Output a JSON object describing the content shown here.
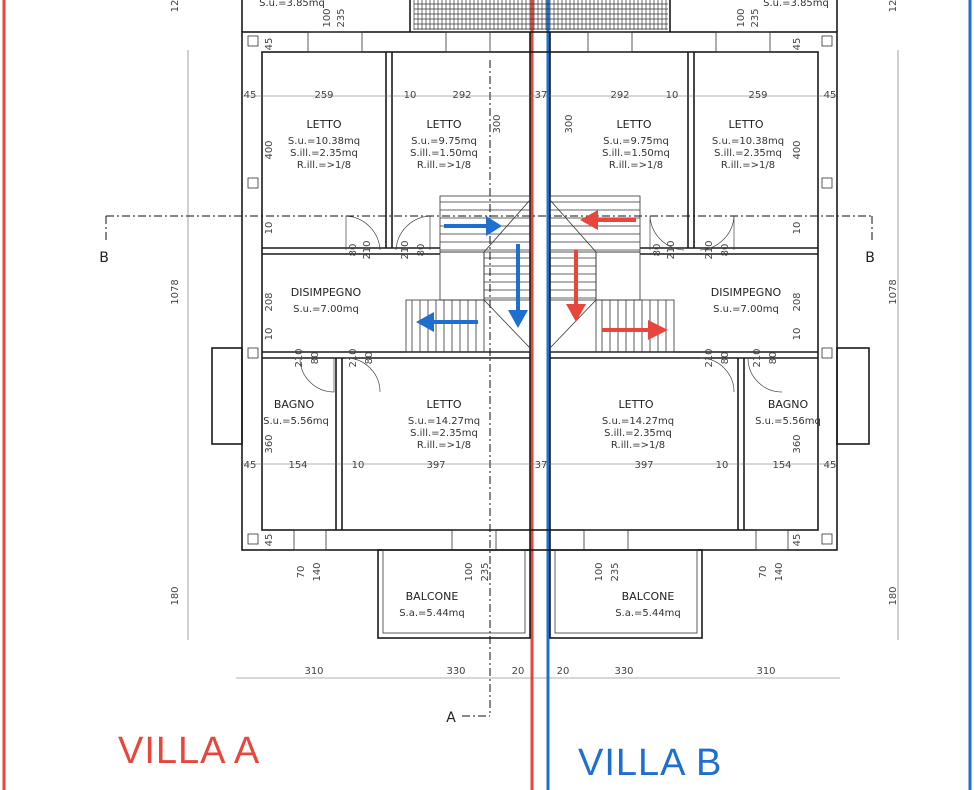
{
  "colors": {
    "villa_a": "#e8463c",
    "villa_b": "#1f6fd0",
    "arrow_a": "#e8463c",
    "arrow_b": "#1f6fd0"
  },
  "labels": {
    "villa_a": "VILLA  A",
    "villa_b": "VILLA B",
    "section_a": "A",
    "section_b": "B"
  },
  "rooms": {
    "letto_1": {
      "name": "LETTO",
      "su": "S.u.=10.38mq",
      "sill": "S.ill.=2.35mq",
      "rill": "R.ill.=>1/8"
    },
    "letto_2": {
      "name": "LETTO",
      "su": "S.u.=9.75mq",
      "sill": "S.ill.=1.50mq",
      "rill": "R.ill.=>1/8"
    },
    "letto_3": {
      "name": "LETTO",
      "su": "S.u.=9.75mq",
      "sill": "S.ill.=1.50mq",
      "rill": "R.ill.=>1/8"
    },
    "letto_4": {
      "name": "LETTO",
      "su": "S.u.=10.38mq",
      "sill": "S.ill.=2.35mq",
      "rill": "R.ill.=>1/8"
    },
    "disimpegno_a": {
      "name": "DISIMPEGNO",
      "su": "S.u.=7.00mq"
    },
    "disimpegno_b": {
      "name": "DISIMPEGNO",
      "su": "S.u.=7.00mq"
    },
    "bagno_a": {
      "name": "BAGNO",
      "su": "S.u.=5.56mq"
    },
    "bagno_b": {
      "name": "BAGNO",
      "su": "S.u.=5.56mq"
    },
    "letto_big_a": {
      "name": "LETTO",
      "su": "S.u.=14.27mq",
      "sill": "S.ill.=2.35mq",
      "rill": "R.ill.=>1/8"
    },
    "letto_big_b": {
      "name": "LETTO",
      "su": "S.u.=14.27mq",
      "sill": "S.ill.=2.35mq",
      "rill": "R.ill.=>1/8"
    },
    "balcone_a": {
      "name": "BALCONE",
      "sa": "S.a.=5.44mq"
    },
    "balcone_b": {
      "name": "BALCONE",
      "sa": "S.a.=5.44mq"
    },
    "top_a": {
      "su": "S.u.=3.85mq"
    },
    "top_b": {
      "su": "S.u.=3.85mq"
    }
  },
  "dims": {
    "d45": "45",
    "d259": "259",
    "d10": "10",
    "d292": "292",
    "d37": "37",
    "d300": "300",
    "d400": "400",
    "d208": "208",
    "d360": "360",
    "d154": "154",
    "d397": "397",
    "d210": "210",
    "d80": "80",
    "d100": "100",
    "d235": "235",
    "d70": "70",
    "d140": "140",
    "d1078": "1078",
    "d180": "180",
    "d310": "310",
    "d330": "330",
    "d20": "20",
    "d12": "12"
  }
}
